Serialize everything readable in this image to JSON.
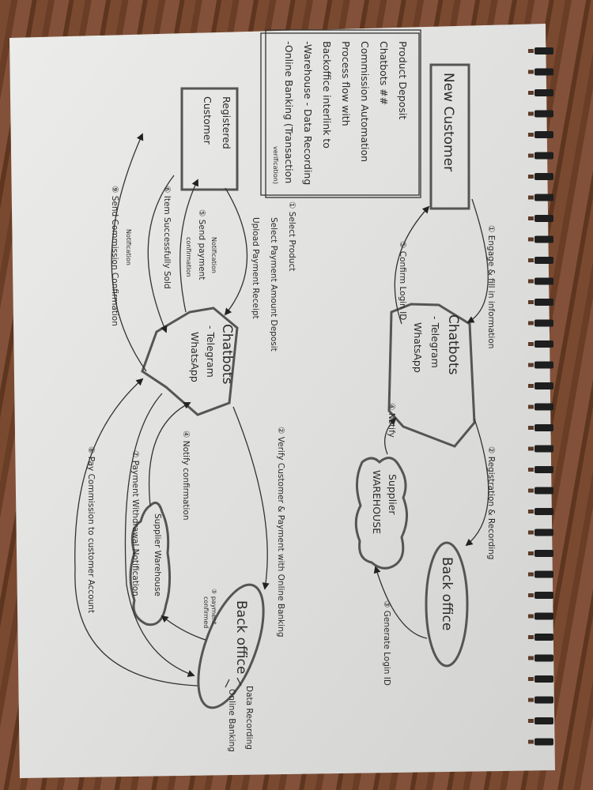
{
  "title_box": {
    "lines": [
      "Product Deposit",
      "Chatbots ##",
      "Commission Automation",
      "Process flow with",
      "Backoffice interlink to",
      "-Warehouse - Data Recording",
      "-Online Banking (Transaction"
    ],
    "note": "verification)"
  },
  "nodes": {
    "new_customer": "New Customer",
    "registered_customer": [
      "Registered",
      "Customer"
    ],
    "chatbots_top": [
      "Chatbots",
      "- Telegram",
      "WhatsApp"
    ],
    "chatbots_mid": [
      "Chatbots",
      "- Telegram",
      "WhatsApp"
    ],
    "supplier_warehouse_top": [
      "Supplier",
      "WAREHOUSE"
    ],
    "back_office_top": "Back office",
    "back_office_bottom": "Back office",
    "supplier_warehouse_bottom": "Supplier Warehouse",
    "data_recording": "Data Recording",
    "online_banking": "Online Banking"
  },
  "labels": {
    "engage": "① Engage & fill in information",
    "registration": "② Registration & Recording",
    "generate_login": "③ Generate Login ID",
    "notify": "④ Notify",
    "confirm_login": "⑤ Confirm Login ID",
    "select_product": [
      "① Select Product",
      "Select Payment Amount Deposit",
      "Upload Payment Receipt"
    ],
    "verify": "② Verify Customer & Payment with Online Banking",
    "payment_confirmed": [
      "③ payment",
      "confirmed"
    ],
    "notify_confirmation": "④ Notify confirmation",
    "send_payment": [
      "⑤ Send payment",
      "confirmation"
    ],
    "send_payment_note": "Notification",
    "item_sold": "⑥ Item Successfully Sold",
    "withdrawal": "⑦ Payment Withdrawal Notification",
    "pay_commission": "⑧ Pay Commission to customer Account",
    "send_commission": "⑨ Send Commission Confirmation",
    "send_commission_note": "Notification"
  },
  "colors": {
    "paper": "#e4e4e2",
    "ink": "#2a2a2a",
    "wood": "#6e4029"
  }
}
